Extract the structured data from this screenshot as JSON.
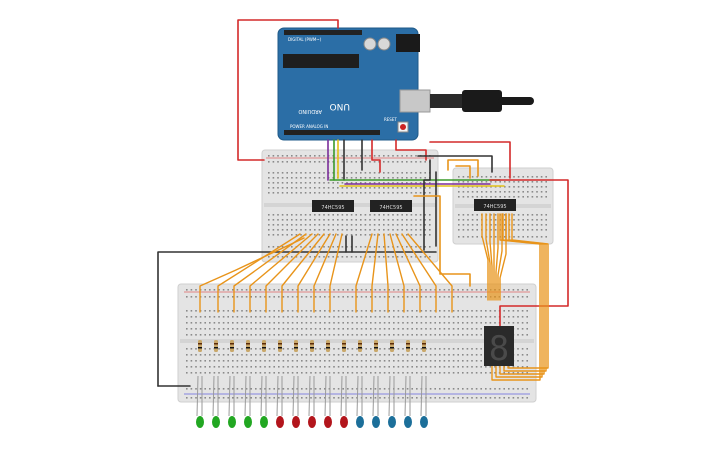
{
  "arduino": {
    "model": "UNO",
    "brand": "ARDUINO",
    "top_header_label": "DIGITAL (PWM~)",
    "bottom_header_label": "POWER   ANALOG IN",
    "reset_label": "RESET"
  },
  "shift_registers": [
    {
      "label": "74HC595"
    },
    {
      "label": "74HC595"
    },
    {
      "label": "74HC595"
    }
  ],
  "seven_segment": {
    "digit": "8"
  },
  "leds": [
    {
      "color": "#22a722"
    },
    {
      "color": "#22a722"
    },
    {
      "color": "#22a722"
    },
    {
      "color": "#22a722"
    },
    {
      "color": "#22a722"
    },
    {
      "color": "#b3151c"
    },
    {
      "color": "#b3151c"
    },
    {
      "color": "#b3151c"
    },
    {
      "color": "#b3151c"
    },
    {
      "color": "#b3151c"
    },
    {
      "color": "#1c6f9a"
    },
    {
      "color": "#1c6f9a"
    },
    {
      "color": "#1c6f9a"
    },
    {
      "color": "#1c6f9a"
    },
    {
      "color": "#1c6f9a"
    }
  ],
  "colors": {
    "wire_orange": "#e8941a",
    "wire_red": "#d42a2a",
    "wire_black": "#333333",
    "wire_green": "#3a9a2a",
    "wire_yellow": "#e2c21a",
    "wire_purple": "#7a2d9a",
    "board_blue": "#2b6ea6",
    "breadboard": "#e4e4e4"
  }
}
